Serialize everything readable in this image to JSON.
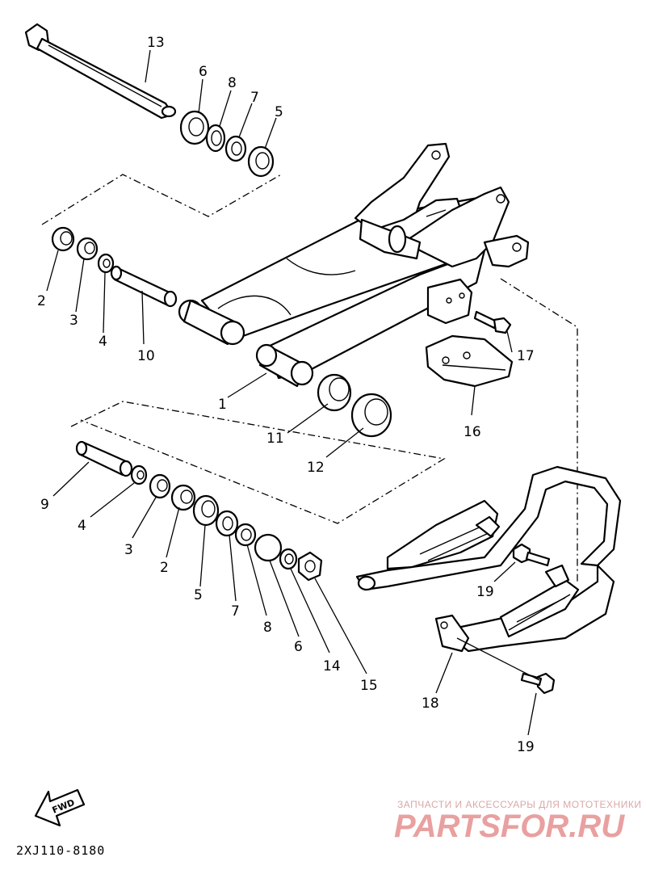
{
  "diagram": {
    "callouts": [
      {
        "id": "13",
        "text": "13"
      },
      {
        "id": "6a",
        "text": "6"
      },
      {
        "id": "8a",
        "text": "8"
      },
      {
        "id": "7a",
        "text": "7"
      },
      {
        "id": "5a",
        "text": "5"
      },
      {
        "id": "2a",
        "text": "2"
      },
      {
        "id": "3a",
        "text": "3"
      },
      {
        "id": "4a",
        "text": "4"
      },
      {
        "id": "10",
        "text": "10"
      },
      {
        "id": "1",
        "text": "1"
      },
      {
        "id": "17",
        "text": "17"
      },
      {
        "id": "16",
        "text": "16"
      },
      {
        "id": "11",
        "text": "11"
      },
      {
        "id": "12",
        "text": "12"
      },
      {
        "id": "9",
        "text": "9"
      },
      {
        "id": "4b",
        "text": "4"
      },
      {
        "id": "3b",
        "text": "3"
      },
      {
        "id": "2b",
        "text": "2"
      },
      {
        "id": "5b",
        "text": "5"
      },
      {
        "id": "7b",
        "text": "7"
      },
      {
        "id": "8b",
        "text": "8"
      },
      {
        "id": "6b",
        "text": "6"
      },
      {
        "id": "14",
        "text": "14"
      },
      {
        "id": "15",
        "text": "15"
      },
      {
        "id": "19a",
        "text": "19"
      },
      {
        "id": "18",
        "text": "18"
      },
      {
        "id": "19b",
        "text": "19"
      }
    ],
    "fwd_label": "FWD",
    "drawing_code": "2XJ110-8180"
  },
  "watermark": {
    "caption": "ЗАПЧАСТИ И АКСЕССУАРЫ ДЛЯ МОТОТЕХНИКИ",
    "logo": "PARTSFOR.RU"
  }
}
